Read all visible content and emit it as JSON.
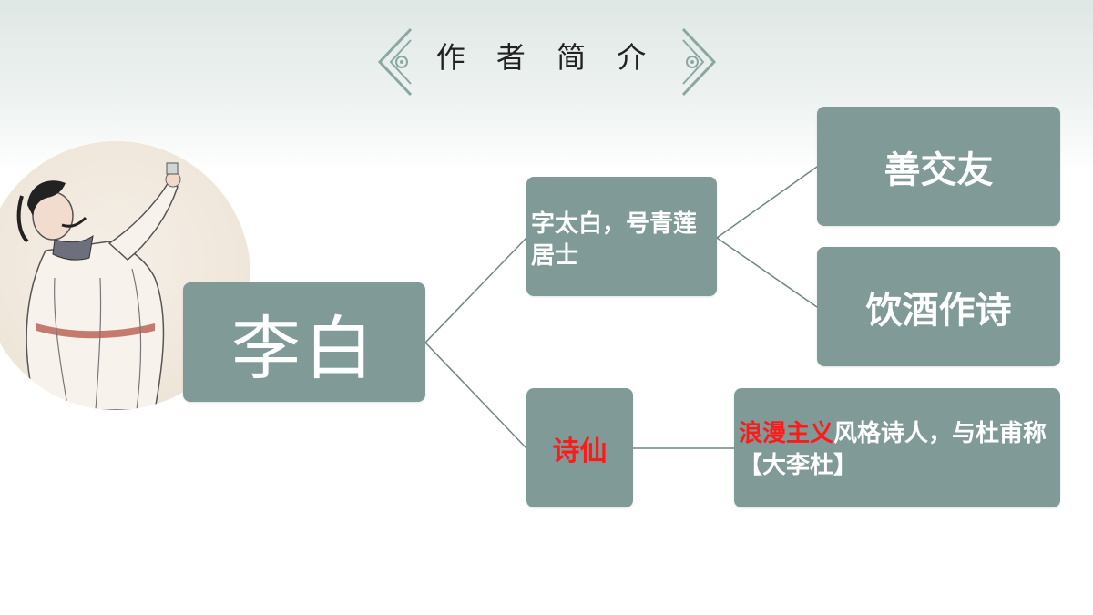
{
  "slide": {
    "title": "作 者 简 介",
    "colors": {
      "box": "#7f9a97",
      "line": "#6f8784",
      "accent": "#ff1a1a",
      "ornament": "#8aa8a2"
    }
  },
  "diagram": {
    "root": {
      "label": "李白"
    },
    "branch_courtesy": {
      "label": "字太白，号青莲居士"
    },
    "branch_poet": {
      "label": "诗仙"
    },
    "leaf_friends": {
      "label": "善交友"
    },
    "leaf_wine": {
      "label": "饮酒作诗"
    },
    "leaf_romantic": {
      "highlight": "浪漫主义",
      "rest": "风格诗人，与杜甫称【大李杜】"
    }
  },
  "icons": {
    "title_ornament": "lattice-ornament-icon",
    "portrait": "poet-portrait-icon"
  }
}
